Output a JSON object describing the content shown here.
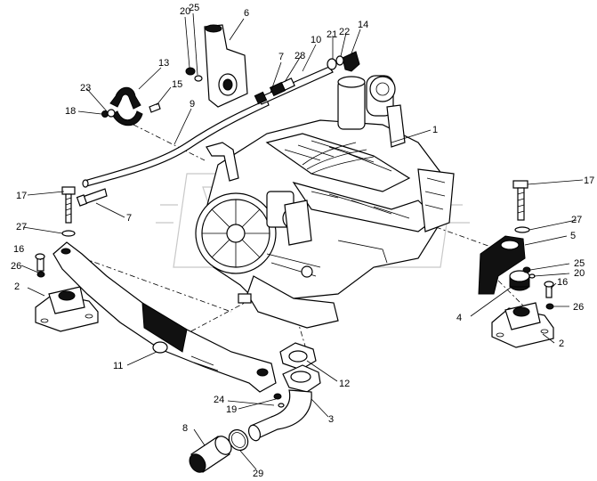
{
  "diagram": {
    "callouts": [
      {
        "id": "c1",
        "text": "1"
      },
      {
        "id": "c2a",
        "text": "2"
      },
      {
        "id": "c2b",
        "text": "2"
      },
      {
        "id": "c3",
        "text": "3"
      },
      {
        "id": "c4",
        "text": "4"
      },
      {
        "id": "c5",
        "text": "5"
      },
      {
        "id": "c6",
        "text": "6"
      },
      {
        "id": "c7a",
        "text": "7"
      },
      {
        "id": "c7b",
        "text": "7"
      },
      {
        "id": "c8",
        "text": "8"
      },
      {
        "id": "c9",
        "text": "9"
      },
      {
        "id": "c10",
        "text": "10"
      },
      {
        "id": "c11",
        "text": "11"
      },
      {
        "id": "c12",
        "text": "12"
      },
      {
        "id": "c13",
        "text": "13"
      },
      {
        "id": "c14",
        "text": "14"
      },
      {
        "id": "c15",
        "text": "15"
      },
      {
        "id": "c16a",
        "text": "16"
      },
      {
        "id": "c16b",
        "text": "16"
      },
      {
        "id": "c17a",
        "text": "17"
      },
      {
        "id": "c17b",
        "text": "17"
      },
      {
        "id": "c18",
        "text": "18"
      },
      {
        "id": "c19",
        "text": "19"
      },
      {
        "id": "c20a",
        "text": "20"
      },
      {
        "id": "c20b",
        "text": "20"
      },
      {
        "id": "c21",
        "text": "21"
      },
      {
        "id": "c22",
        "text": "22"
      },
      {
        "id": "c23",
        "text": "23"
      },
      {
        "id": "c24",
        "text": "24"
      },
      {
        "id": "c25a",
        "text": "25"
      },
      {
        "id": "c25b",
        "text": "25"
      },
      {
        "id": "c26a",
        "text": "26"
      },
      {
        "id": "c26b",
        "text": "26"
      },
      {
        "id": "c27a",
        "text": "27"
      },
      {
        "id": "c27b",
        "text": "27"
      },
      {
        "id": "c28",
        "text": "28"
      },
      {
        "id": "c29",
        "text": "29"
      }
    ]
  }
}
